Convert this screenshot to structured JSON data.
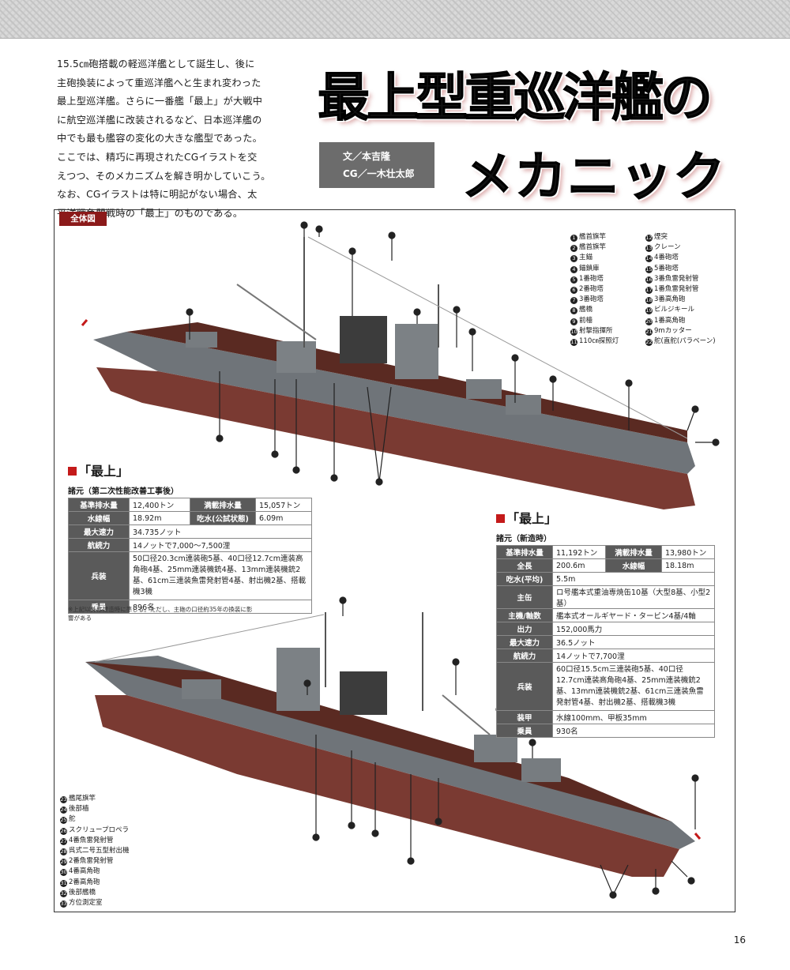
{
  "intro_lines": [
    "15.5㎝砲搭載の軽巡洋艦として誕生し、後に",
    "主砲換装によって重巡洋艦へと生まれ変わった",
    "最上型巡洋艦。さらに一番艦「最上」が大戦中",
    "に航空巡洋艦に改装されるなど、日本巡洋艦の",
    "中でも最も艦容の変化の大きな艦型であった。",
    "ここでは、精巧に再現されたCGイラストを交",
    "えつつ、そのメカニズムを解き明かしていこう。",
    "なお、CGイラストは特に明記がない場合、太",
    "平洋戦争開戦時の「最上」のものである。"
  ],
  "title": {
    "line1": "最上型重巡洋艦の",
    "line2": "メカニック"
  },
  "credits": {
    "text": "文／本吉隆",
    "cg": "CG／一木壮太郎"
  },
  "frame_tag": "全体図",
  "legend_top_col1": [
    {
      "n": "1",
      "label": "艦首旗竿"
    },
    {
      "n": "2",
      "label": "艦首旗竿"
    },
    {
      "n": "3",
      "label": "主錨"
    },
    {
      "n": "4",
      "label": "錨鎖庫"
    },
    {
      "n": "5",
      "label": "1番砲塔"
    },
    {
      "n": "6",
      "label": "2番砲塔"
    },
    {
      "n": "7",
      "label": "3番砲塔"
    },
    {
      "n": "8",
      "label": "艦橋"
    },
    {
      "n": "9",
      "label": "前檣"
    },
    {
      "n": "10",
      "label": "射撃指揮所"
    },
    {
      "n": "11",
      "label": "110㎝探照灯"
    }
  ],
  "legend_top_col2": [
    {
      "n": "12",
      "label": "煙突"
    },
    {
      "n": "13",
      "label": "クレーン"
    },
    {
      "n": "14",
      "label": "4番砲塔"
    },
    {
      "n": "15",
      "label": "5番砲塔"
    },
    {
      "n": "16",
      "label": "3番魚雷発射管"
    },
    {
      "n": "17",
      "label": "1番魚雷発射管"
    },
    {
      "n": "18",
      "label": "3番高角砲"
    },
    {
      "n": "19",
      "label": "ビルジキール"
    },
    {
      "n": "20",
      "label": "1番高角砲"
    },
    {
      "n": "21",
      "label": "9mカッター"
    },
    {
      "n": "22",
      "label": "舵(直舵(パラベーン)"
    }
  ],
  "legend_bottom": [
    {
      "n": "23",
      "label": "艦尾旗竿"
    },
    {
      "n": "24",
      "label": "後部檣"
    },
    {
      "n": "25",
      "label": "舵"
    },
    {
      "n": "26",
      "label": "スクリュープロペラ"
    },
    {
      "n": "27",
      "label": "4番魚雷発射管"
    },
    {
      "n": "28",
      "label": "呉式二号五型射出機"
    },
    {
      "n": "29",
      "label": "2番魚雷発射管"
    },
    {
      "n": "30",
      "label": "4番高角砲"
    },
    {
      "n": "31",
      "label": "2番高角砲"
    },
    {
      "n": "32",
      "label": "後部艦橋"
    },
    {
      "n": "33",
      "label": "方位測定室"
    }
  ],
  "spec1": {
    "title": "「最上」",
    "subtitle": "諸元（第二次性能改善工事後）",
    "rows": [
      {
        "k1": "基準排水量",
        "v1": "12,400トン",
        "k2": "満載排水量",
        "v2": "15,057トン"
      },
      {
        "k1": "水線幅",
        "v1": "18.92m",
        "k2": "吃水(公試状態)",
        "v2": "6.09m"
      }
    ],
    "rows_single": [
      {
        "k": "最大速力",
        "v": "34.735ノット"
      },
      {
        "k": "航続力",
        "v": "14ノットで7,000〜7,500浬"
      },
      {
        "k": "兵装",
        "v": "50口径20.3cm連装砲5基、40口径12.7cm連装高角砲4基、25mm連装機銃4基、13mm連装機銃2基、61cm三連装魚雷発射管4基、射出機2基、搭載機3機"
      },
      {
        "k": "乗員",
        "v": "896名"
      }
    ],
    "note": "※上記以外は建造時に準じる。ただし、主砲の口径約35年の換装に影響がある"
  },
  "spec2": {
    "title": "「最上」",
    "subtitle": "諸元（新造時）",
    "rows": [
      {
        "k1": "基準排水量",
        "v1": "11,192トン",
        "k2": "満載排水量",
        "v2": "13,980トン"
      },
      {
        "k1": "全長",
        "v1": "200.6m",
        "k2": "水線幅",
        "v2": "18.18m"
      }
    ],
    "rows_single": [
      {
        "k": "吃水(平均)",
        "v": "5.5m"
      },
      {
        "k": "主缶",
        "v": "ロ号艦本式重油専焼缶10基（大型8基、小型2基）"
      },
      {
        "k": "主機/軸数",
        "v": "艦本式オールギヤード・タービン4基/4軸"
      },
      {
        "k": "出力",
        "v": "152,000馬力"
      },
      {
        "k": "最大速力",
        "v": "36.5ノット"
      },
      {
        "k": "航続力",
        "v": "14ノットで7,700浬"
      },
      {
        "k": "兵装",
        "v": "60口径15.5cm三連装砲5基、40口径12.7cm連装高角砲4基、25mm連装機銃2基、13mm連装機銃2基、61cm三連装魚雷発射管4基、射出機2基、搭載機3機"
      },
      {
        "k": "装甲",
        "v": "水線100mm、甲板35mm"
      },
      {
        "k": "乗員",
        "v": "930名"
      }
    ]
  },
  "page_number": "16",
  "colors": {
    "hull_gray": "#6f7479",
    "hull_red": "#7a3a32",
    "deck": "#5a2a22",
    "accent_red": "#c41a1a"
  }
}
